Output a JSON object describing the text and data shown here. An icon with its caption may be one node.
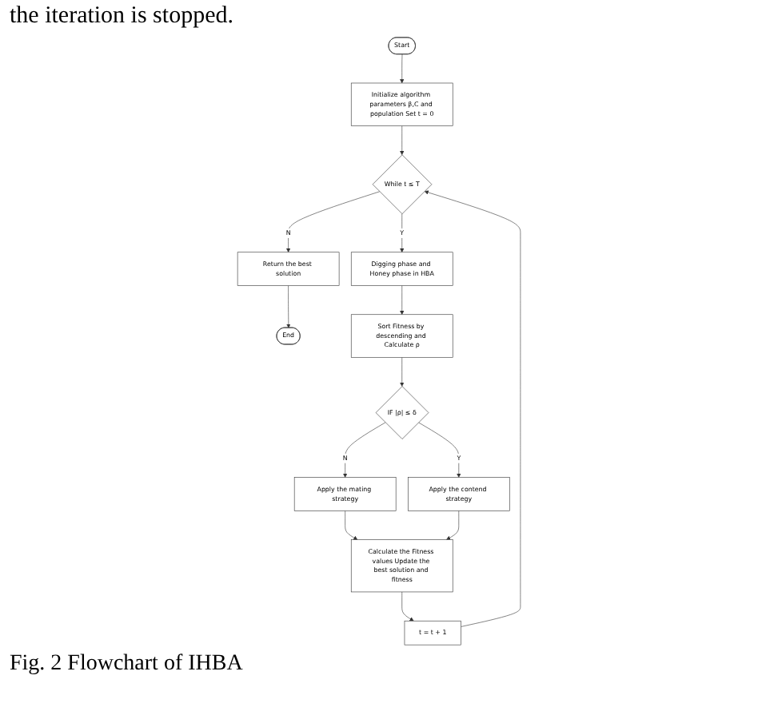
{
  "diagram": {
    "caption": "Fig. 2 Flowchart of IHBA",
    "nodes": [
      {
        "text": [
          "Start"
        ]
      },
      {
        "text": [
          "Initialize algorithm parameters β,C and population Set t = 0"
        ]
      },
      {
        "text": [
          "While t ≤ T"
        ]
      },
      {
        "text": [
          "Digging phase and Honey phase in HBA"
        ]
      },
      {
        "text": [
          "Return the best solution"
        ]
      },
      {
        "text": [
          "End"
        ]
      },
      {
        "text": [
          "Sort Fitness by descending and Calculate ρ"
        ]
      },
      {
        "text": [
          "IF |ρ| ≤ δ"
        ]
      },
      {
        "text": [
          "Apply the mating strategy"
        ]
      },
      {
        "text": [
          "t = t + 1"
        ]
      },
      {
        "text": [
          "Apply the contend strategy"
        ]
      },
      {
        "text": [
          "Calculate the Fitness values Update the best solution and fitness"
        ]
      }
    ],
    "edges": [
      {
        "from": 0,
        "to": 1,
        "arrow": "to"
      },
      {
        "from": 1,
        "to": 2,
        "arrow": "to"
      },
      {
        "from": 2,
        "to": 3,
        "arrow": "to",
        "label": "Y"
      },
      {
        "from": 2,
        "to": 4,
        "arrow": "to",
        "label": "N"
      },
      {
        "from": 4,
        "to": 5,
        "arrow": "to"
      },
      {
        "from": 3,
        "to": 6,
        "arrow": "to"
      },
      {
        "from": 6,
        "to": 7,
        "arrow": "to"
      },
      {
        "from": 7,
        "to": 8,
        "arrow": "to",
        "label": "N"
      },
      {
        "from": 7,
        "to": 10,
        "arrow": "to",
        "label": "Y"
      },
      {
        "from": 8,
        "to": 11,
        "arrow": "to"
      },
      {
        "from": 10,
        "to": 11,
        "arrow": "to"
      },
      {
        "from": 11,
        "to": 9,
        "arrow": "to"
      },
      {
        "from": 9,
        "to": 2,
        "arrow": "to"
      }
    ],
    "labels": [
      "the iteration is stopped."
    ]
  }
}
